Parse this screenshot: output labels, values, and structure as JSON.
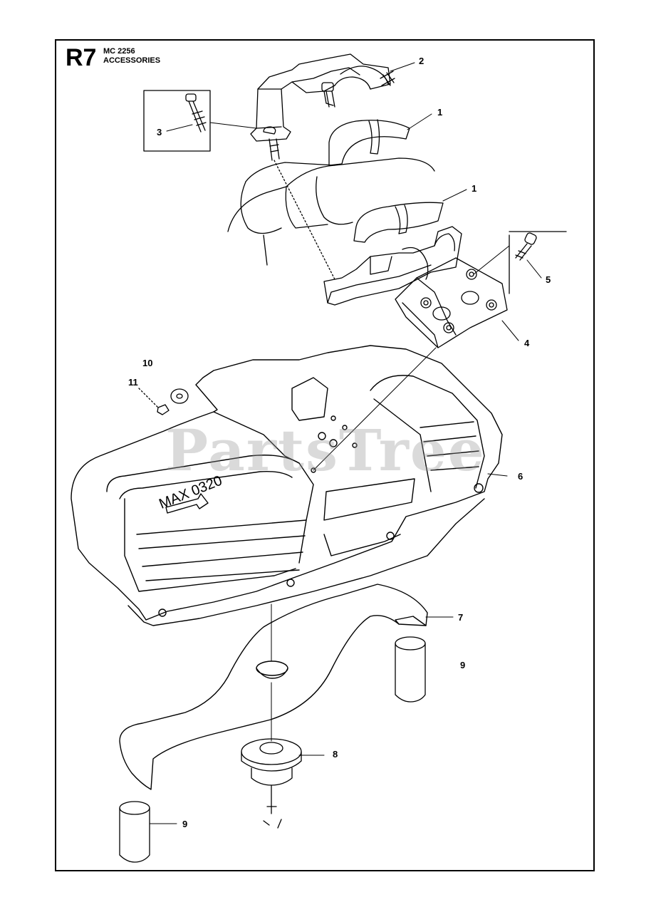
{
  "header": {
    "code": "R7",
    "model": "MC 2256",
    "section": "ACCESSORIES"
  },
  "watermark": "PartsTree",
  "embossed_label": "MAX 0320",
  "callouts": {
    "c2": "2",
    "c1a": "1",
    "c3": "3",
    "c1b": "1",
    "c5": "5",
    "c4": "4",
    "c10": "10",
    "c11": "11",
    "c6": "6",
    "c7": "7",
    "c9a": "9",
    "c8": "8",
    "c9b": "9"
  }
}
